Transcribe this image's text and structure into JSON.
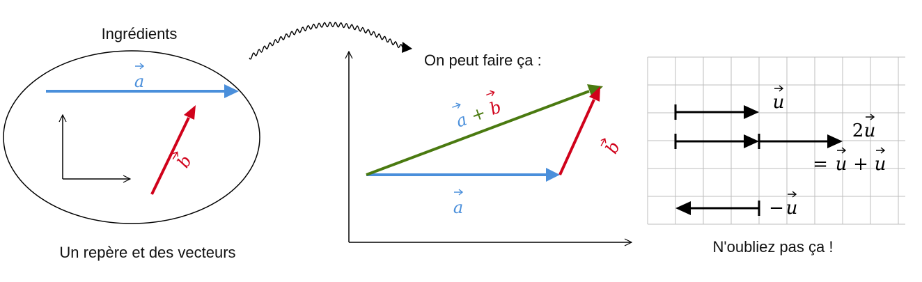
{
  "panel_left": {
    "title": "Ingrédients",
    "caption": "Un repère et des vecteurs",
    "vector_a": "a",
    "vector_b": "b"
  },
  "panel_middle": {
    "title": "On peut faire ça :",
    "vector_a": "a",
    "vector_b": "b",
    "sum_a": "a",
    "sum_plus": "+",
    "sum_b": "b"
  },
  "panel_right": {
    "caption": "N'oubliez pas ça !",
    "u_label": "u",
    "two_u_coef": "2",
    "two_u_var": "u",
    "equals_line_eq": "=",
    "equals_line_u1": "u",
    "equals_line_plus": "+",
    "equals_line_u2": "u",
    "neg_u_minus": "−",
    "neg_u_var": "u"
  },
  "colors": {
    "blue": "#4a8fdb",
    "red": "#d0021b",
    "green": "#4a7a10",
    "black": "#000000",
    "grid": "#bdbdbd"
  }
}
